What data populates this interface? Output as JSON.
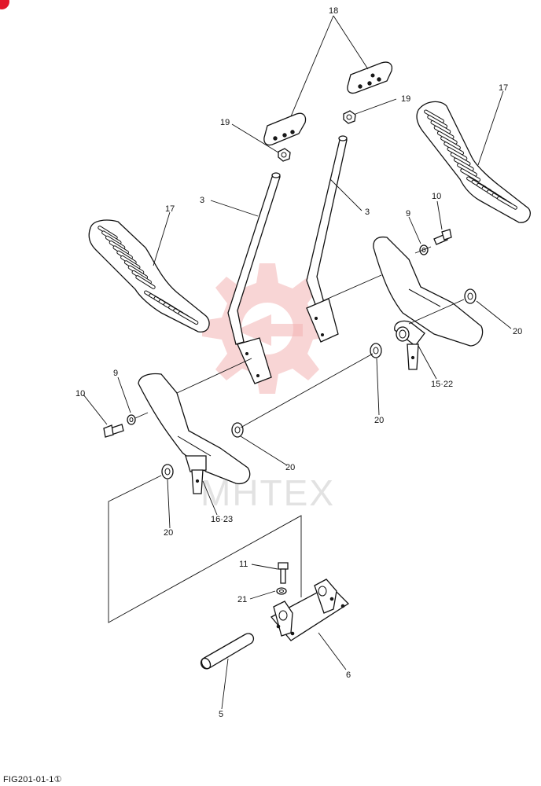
{
  "figure_label": "FIG201-01-1①",
  "watermark_text": "MHTEX",
  "callouts": [
    {
      "id": "c18",
      "text": "18"
    },
    {
      "id": "c19a",
      "text": "19"
    },
    {
      "id": "c19b",
      "text": "19"
    },
    {
      "id": "c17a",
      "text": "17"
    },
    {
      "id": "c17b",
      "text": "17"
    },
    {
      "id": "c3a",
      "text": "3"
    },
    {
      "id": "c3b",
      "text": "3"
    },
    {
      "id": "c10a",
      "text": "10"
    },
    {
      "id": "c9a",
      "text": "9"
    },
    {
      "id": "c10b",
      "text": "10"
    },
    {
      "id": "c9b",
      "text": "9"
    },
    {
      "id": "c20a",
      "text": "20"
    },
    {
      "id": "c20b",
      "text": "20"
    },
    {
      "id": "c20c",
      "text": "20"
    },
    {
      "id": "c20d",
      "text": "20"
    },
    {
      "id": "c1522",
      "text": "15·22"
    },
    {
      "id": "c1623",
      "text": "16·23"
    },
    {
      "id": "c11",
      "text": "11"
    },
    {
      "id": "c21",
      "text": "21"
    },
    {
      "id": "c6",
      "text": "6"
    },
    {
      "id": "c5",
      "text": "5"
    }
  ],
  "colors": {
    "accent_mark": "#e2172a",
    "watermark": "#f3b3b3"
  }
}
